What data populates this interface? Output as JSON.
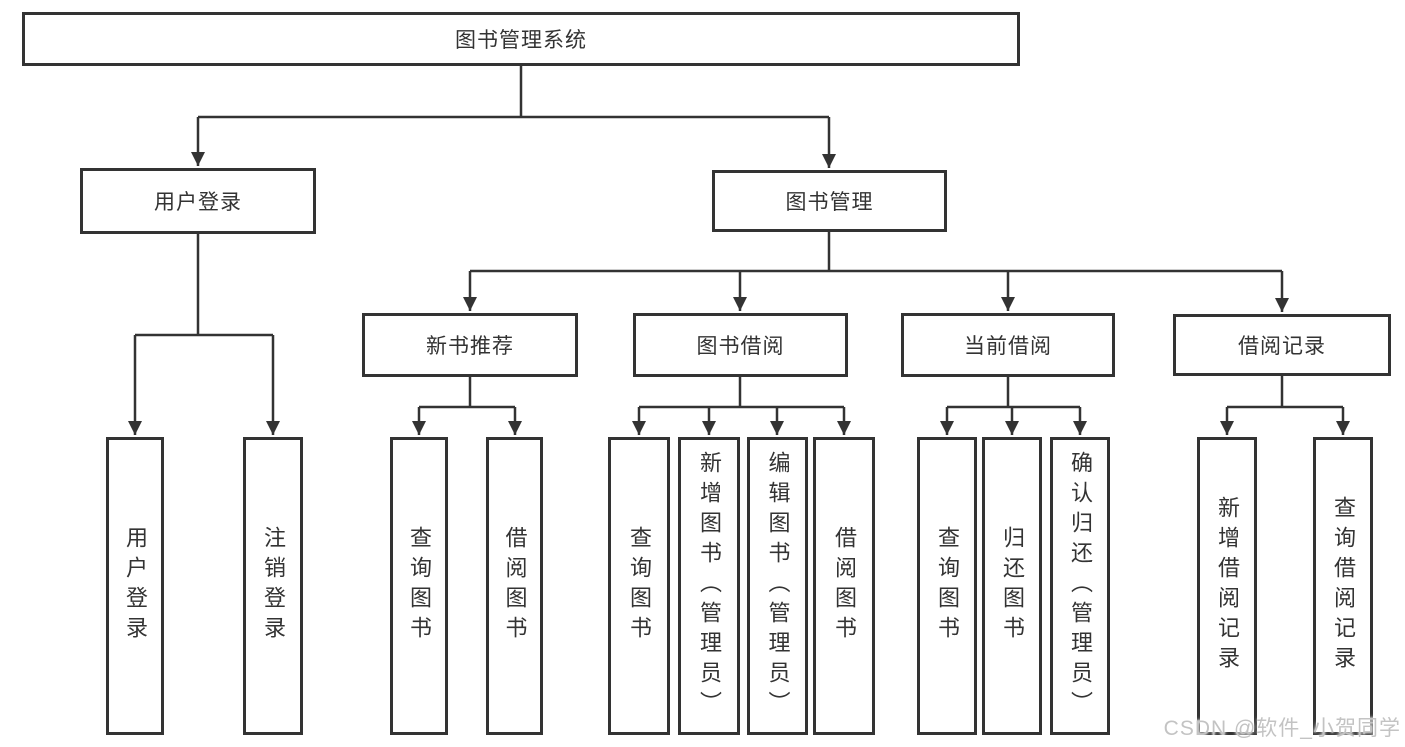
{
  "diagram": {
    "root": {
      "label": "图书管理系统"
    },
    "branches": [
      {
        "label": "用户登录",
        "children": [
          {
            "label": "用户登录"
          },
          {
            "label": "注销登录"
          }
        ]
      },
      {
        "label": "图书管理",
        "children": [
          {
            "label": "新书推荐",
            "children": [
              {
                "label": "查询图书"
              },
              {
                "label": "借阅图书"
              }
            ]
          },
          {
            "label": "图书借阅",
            "children": [
              {
                "label": "查询图书"
              },
              {
                "label": "新增图书（管理员）"
              },
              {
                "label": "编辑图书（管理员）"
              },
              {
                "label": "借阅图书"
              }
            ]
          },
          {
            "label": "当前借阅",
            "children": [
              {
                "label": "查询图书"
              },
              {
                "label": "归还图书"
              },
              {
                "label": "确认归还（管理员）"
              }
            ]
          },
          {
            "label": "借阅记录",
            "children": [
              {
                "label": "新增借阅记录"
              },
              {
                "label": "查询借阅记录"
              }
            ]
          }
        ]
      }
    ],
    "line_color": "#333333",
    "watermark": "CSDN @软件_小贺同学"
  }
}
